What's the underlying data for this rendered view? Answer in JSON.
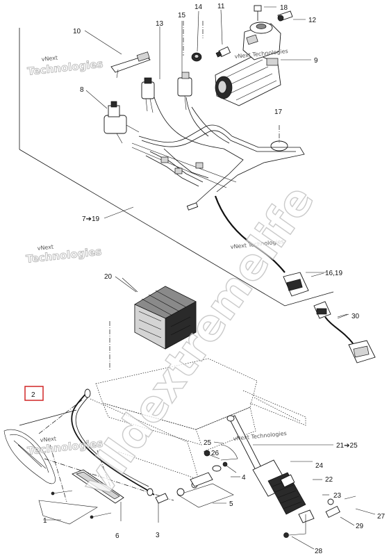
{
  "callouts": {
    "c10": "10",
    "c13": "13",
    "c15": "15",
    "c14": "14",
    "c11": "11",
    "c18": "18",
    "c12": "12",
    "c9": "9",
    "c8": "8",
    "c17": "17",
    "c7_19": "7➔19",
    "c16_19": "16,19",
    "c20": "20",
    "c30": "30",
    "c2": "2",
    "c25": "25",
    "c21_25": "21➔25",
    "c26": "26",
    "c24": "24",
    "c4": "4",
    "c22": "22",
    "c23": "23",
    "c5": "5",
    "c27": "27",
    "c1": "1",
    "c6": "6",
    "c3": "3",
    "c29": "29",
    "c28": "28"
  },
  "watermarks": {
    "small_1": "vNext",
    "big_1": "Technologies",
    "small_2": "vNext",
    "big_2": "Technologies",
    "small_3": "vNext",
    "big_3": "Technologies",
    "small_4": "vNext Technologies",
    "small_5": "vNext Technologies",
    "small_6": "vNext Technologies",
    "diagonal": "vlldextremelife"
  },
  "colors": {
    "line": "#111111",
    "highlight": "#d12626",
    "watermark": "#9a9a9a"
  }
}
